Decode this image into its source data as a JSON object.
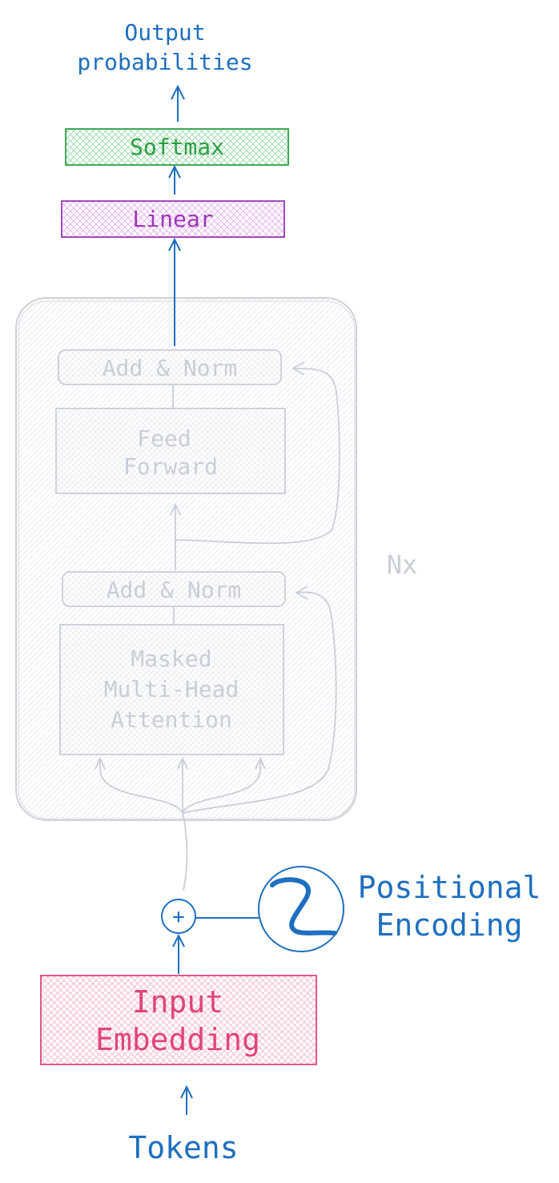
{
  "diagram": {
    "output": {
      "line1": "Output",
      "line2": "probabilities"
    },
    "softmax": "Softmax",
    "linear": "Linear",
    "decoder_block": {
      "add_norm_top": "Add & Norm",
      "feed_forward": {
        "line1": "Feed",
        "line2": "Forward"
      },
      "add_norm_bottom": "Add & Norm",
      "attention": {
        "line1": "Masked",
        "line2": "Multi-Head",
        "line3": "Attention"
      },
      "repeat_label": "Nx"
    },
    "plus_symbol": "+",
    "positional_encoding": {
      "line1": "Positional",
      "line2": "Encoding"
    },
    "input_embedding": {
      "line1": "Input",
      "line2": "Embedding"
    },
    "tokens": "Tokens"
  },
  "colors": {
    "blue": "#1e6fbf",
    "green": "#2e9e44",
    "purple": "#9c36b5",
    "pink": "#e0457b",
    "gray": "#c9ced6"
  }
}
